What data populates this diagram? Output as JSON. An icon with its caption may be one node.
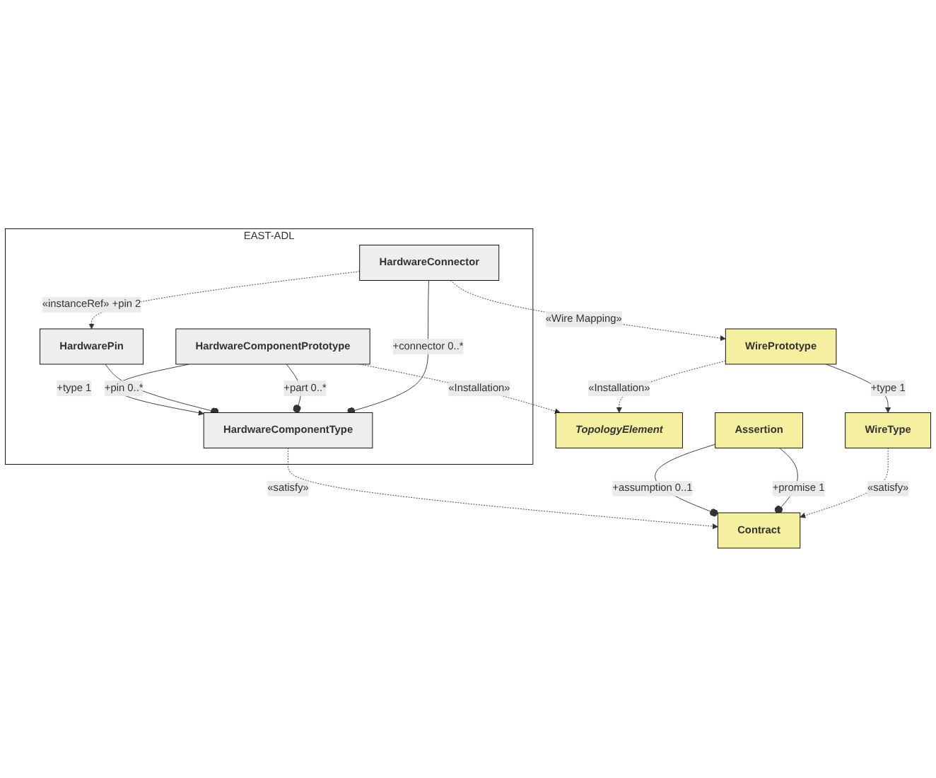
{
  "diagram": {
    "nodes": [
      {
        "text": [
          "EAST-ADL"
        ]
      },
      {
        "text": [
          "HardwareComponentType"
        ],
        "in": 0
      },
      {
        "text": [
          "HardwarePin"
        ],
        "in": 0
      },
      {
        "text": [
          "HardwareComponentPrototype"
        ],
        "in": 0
      },
      {
        "text": [
          "HardwareConnector"
        ],
        "in": 0
      },
      {
        "text": [
          "Assertion"
        ]
      },
      {
        "text": [
          "Contract"
        ]
      },
      {
        "text": [
          "TopologyElement"
        ]
      },
      {
        "text": [
          "WireType"
        ]
      },
      {
        "text": [
          "WirePrototype"
        ]
      }
    ],
    "edges": [
      {
        "from": 3,
        "to": 1,
        "arrow": "to",
        "label": "+type 1"
      },
      {
        "from": 2,
        "to": 1,
        "arrow": "other",
        "label": "+pin 0..*"
      },
      {
        "from": 3,
        "to": 1,
        "arrow": "other",
        "label": "+part 0..*"
      },
      {
        "from": 4,
        "to": 2,
        "arrow": "to",
        "style": "dashed",
        "label": "«instanceRef» +pin 2"
      },
      {
        "from": 4,
        "to": 1,
        "arrow": "other",
        "label": "+connector 0..*"
      },
      {
        "from": 1,
        "to": 6,
        "arrow": "to",
        "style": "dashed",
        "label": "«satisfy»"
      },
      {
        "from": 5,
        "to": 6,
        "arrow": "other",
        "label": "+assumption 0..1"
      },
      {
        "from": 5,
        "to": 6,
        "arrow": "other",
        "label": "+promise 1"
      },
      {
        "from": 3,
        "to": 7,
        "arrow": "to",
        "style": "dashed",
        "label": "«Installation»"
      },
      {
        "from": 8,
        "to": 6,
        "arrow": "to",
        "style": "dashed",
        "label": "«satisfy»"
      },
      {
        "from": 9,
        "to": 8,
        "arrow": "to",
        "label": "+type 1"
      },
      {
        "from": 4,
        "to": 9,
        "arrow": "to",
        "style": "dashed",
        "label": "«Wire Mapping»"
      },
      {
        "from": 9,
        "to": 7,
        "arrow": "to",
        "style": "dashed",
        "label": "«Installation»"
      }
    ]
  }
}
